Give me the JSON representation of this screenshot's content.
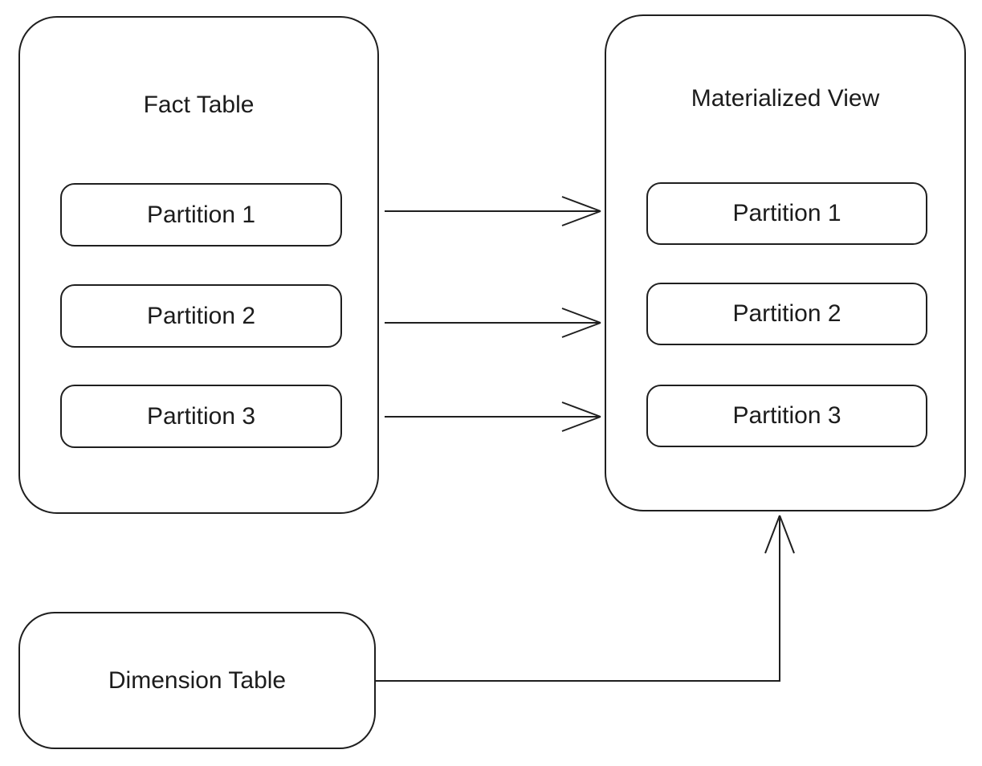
{
  "diagram": {
    "colors": {
      "background": "#ffffff",
      "stroke": "#1f1f1f",
      "text": "#1c1c1c"
    },
    "nodes": {
      "fact_table": {
        "title": "Fact Table",
        "partitions": [
          "Partition 1",
          "Partition 2",
          "Partition 3"
        ]
      },
      "materialized_view": {
        "title": "Materialized View",
        "partitions": [
          "Partition 1",
          "Partition 2",
          "Partition 3"
        ]
      },
      "dimension_table": {
        "title": "Dimension Table"
      }
    },
    "edges": [
      {
        "from": "fact_table/partition-1",
        "to": "materialized_view/partition-1",
        "type": "straight-arrow-right"
      },
      {
        "from": "fact_table/partition-2",
        "to": "materialized_view/partition-2",
        "type": "straight-arrow-right"
      },
      {
        "from": "fact_table/partition-3",
        "to": "materialized_view/partition-3",
        "type": "straight-arrow-right"
      },
      {
        "from": "dimension_table",
        "to": "materialized_view",
        "type": "elbow-arrow-up"
      }
    ]
  }
}
